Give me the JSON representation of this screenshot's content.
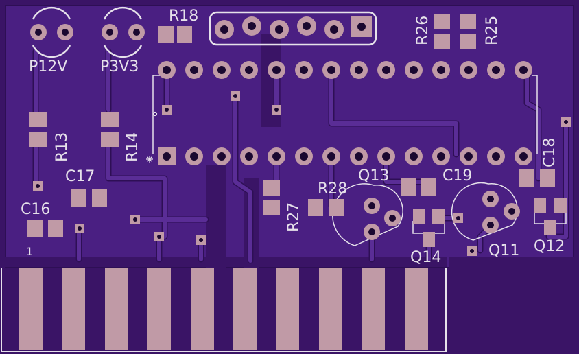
{
  "colors": {
    "board": "#3a1466",
    "pour": "#4a1f82",
    "trace": "#5a2d96",
    "trace_edge": "#2e0f55",
    "pad": "#c09aa6",
    "pad_edge": "#3a1466",
    "hole": "#1a0830",
    "silk": "#e6e1ea"
  },
  "labels": {
    "p12v": "P12V",
    "p3v3": "P3V3",
    "r18": "R18",
    "r26": "R26",
    "r25": "R25",
    "r13": "R13",
    "r14": "R14",
    "c17": "C17",
    "c16": "C16",
    "c18": "C18",
    "c19": "C19",
    "q13": "Q13",
    "r28": "R28",
    "r27": "R27",
    "q14": "Q14",
    "q11": "Q11",
    "q12": "Q12",
    "pin1_marker": "1"
  }
}
